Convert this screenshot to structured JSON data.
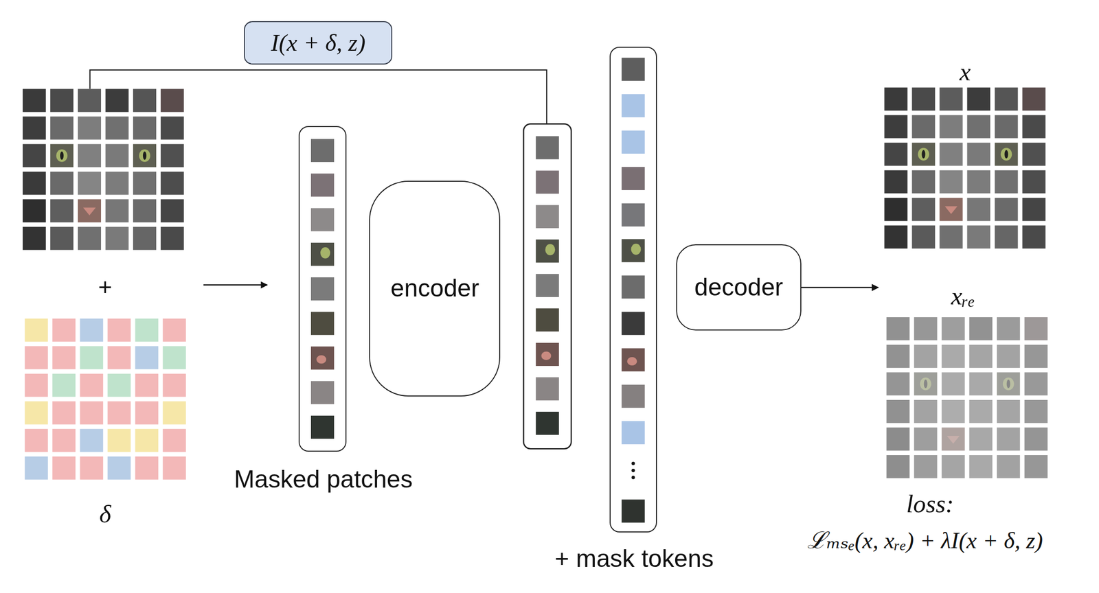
{
  "diagram": {
    "nodes": [
      {
        "text": [
          "I(x + δ, z)"
        ]
      },
      {
        "text": [
          "δ"
        ]
      },
      {
        "text": [
          "Masked patches"
        ]
      },
      {
        "text": [
          "encoder"
        ]
      },
      {
        "text": [
          "+ mask tokens"
        ]
      },
      {
        "text": [
          "decoder"
        ]
      },
      {
        "text": [
          "x"
        ]
      },
      {
        "text": [
          "xᵣₑ"
        ]
      }
    ],
    "edges": [
      {
        "from": 5,
        "to": 7,
        "arrow": "to"
      }
    ],
    "labels": [
      "+",
      "loss:",
      "ℒₘₛₑ(x, xᵣₑ) + λI(x + δ, z)"
    ]
  }
}
